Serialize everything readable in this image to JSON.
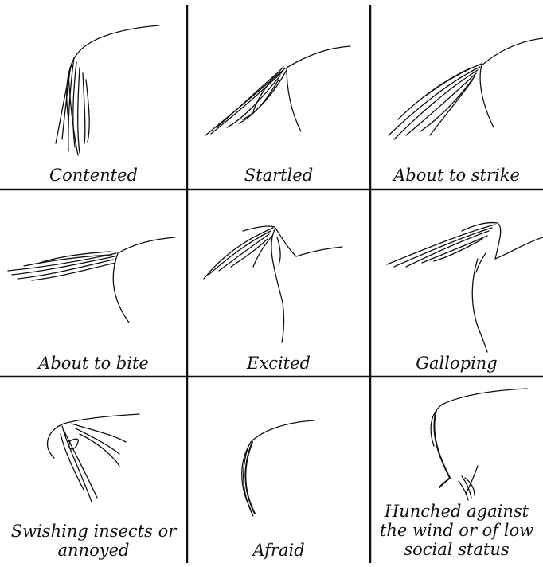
{
  "panels": [
    {
      "caption": "Contented"
    },
    {
      "caption": "Startled"
    },
    {
      "caption": "About to strike"
    },
    {
      "caption": "About to bite"
    },
    {
      "caption": "Excited"
    },
    {
      "caption": "Galloping"
    },
    {
      "caption": "Swishing insects or annoyed"
    },
    {
      "caption": "Afraid"
    },
    {
      "caption": "Hunched against the wind or of low social status"
    }
  ],
  "colors": {
    "ink": "#111111",
    "background": "#ffffff"
  }
}
